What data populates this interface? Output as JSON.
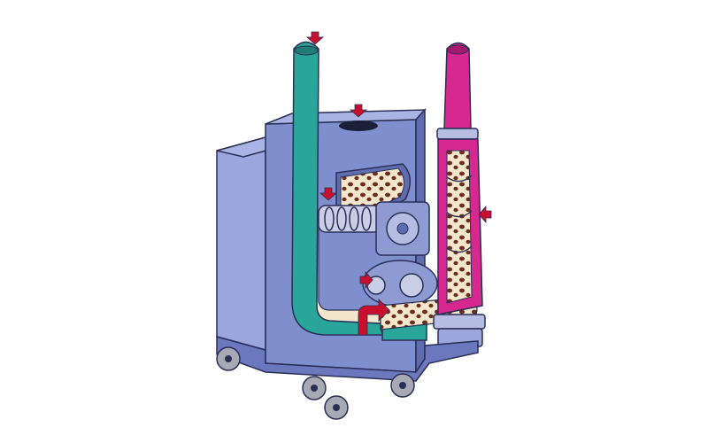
{
  "diagram": {
    "subject": "cutaway-pump-cart",
    "labels": [],
    "colors": {
      "housing_front": "#7f8fce",
      "housing_side": "#9aa6dc",
      "housing_top": "#aab4e4",
      "housing_dark": "#5f6cb0",
      "teal_pipe": "#2aa59a",
      "magenta_pipe": "#d6288f",
      "slurry": "#f4e6cc",
      "particle": "#6a2e1e",
      "flow_arrow": "#c8102e",
      "wheel": "#a7a9b4",
      "outline": "#2a2f55"
    },
    "icons": [
      "down-arrow-icon",
      "left-arrow-icon",
      "right-arrow-icon",
      "wheel-icon"
    ],
    "flow_arrows": 6,
    "wheels": 4
  }
}
